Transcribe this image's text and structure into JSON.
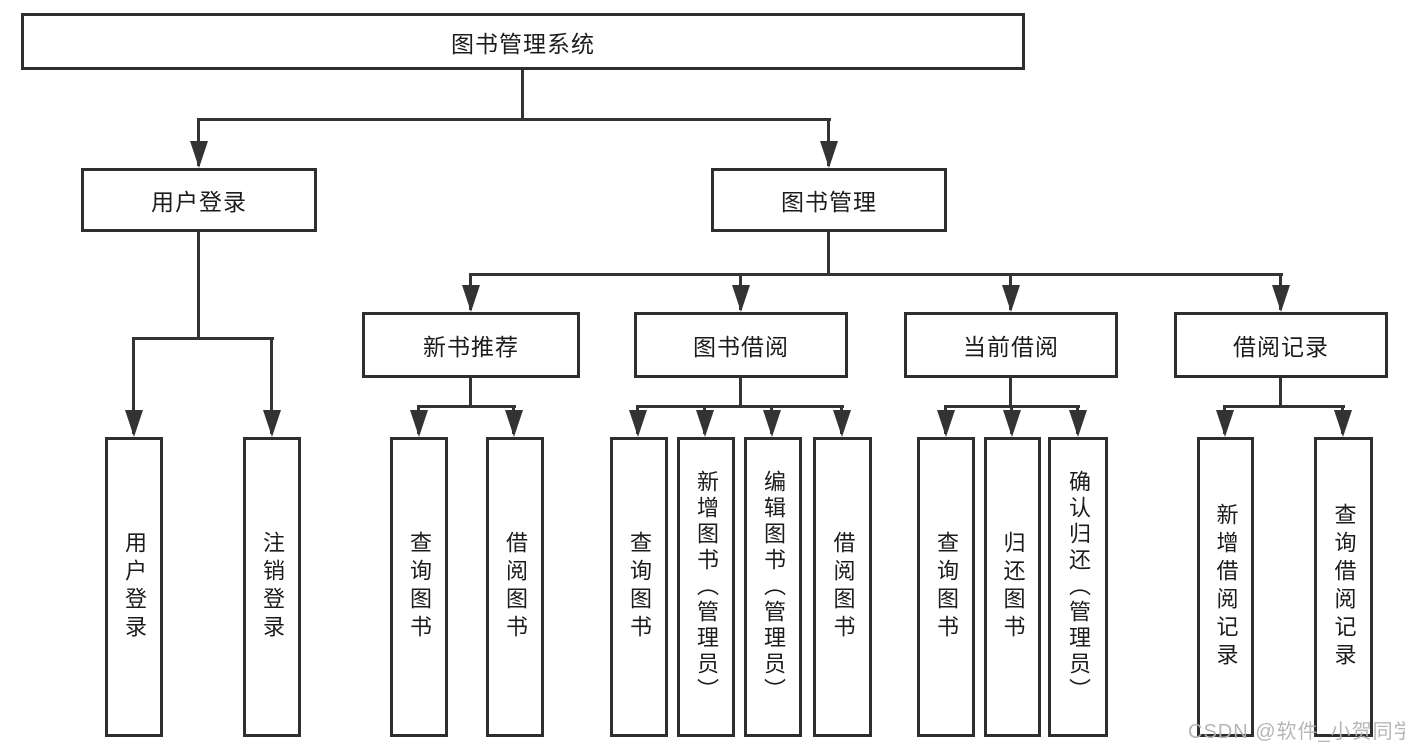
{
  "diagram": {
    "watermark": "CSDN @软件_小贺同学",
    "colors": {
      "background": "#ffffff",
      "box_border": "#2e2e2e",
      "connector_line": "#333333",
      "text": "#1c1c1c",
      "watermark_text": "#b2b2b2"
    },
    "root": {
      "label": "图书管理系统",
      "children": [
        {
          "label": "用户登录",
          "children": [
            {
              "label": "用户登录"
            },
            {
              "label": "注销登录"
            }
          ]
        },
        {
          "label": "图书管理",
          "children": [
            {
              "label": "新书推荐",
              "children": [
                {
                  "label": "查询图书"
                },
                {
                  "label": "借阅图书"
                }
              ]
            },
            {
              "label": "图书借阅",
              "children": [
                {
                  "label": "查询图书"
                },
                {
                  "label": "新增图书（管理员）"
                },
                {
                  "label": "编辑图书（管理员）"
                },
                {
                  "label": "借阅图书"
                }
              ]
            },
            {
              "label": "当前借阅",
              "children": [
                {
                  "label": "查询图书"
                },
                {
                  "label": "归还图书"
                },
                {
                  "label": "确认归还（管理员）"
                }
              ]
            },
            {
              "label": "借阅记录",
              "children": [
                {
                  "label": "新增借阅记录"
                },
                {
                  "label": "查询借阅记录"
                }
              ]
            }
          ]
        }
      ]
    }
  }
}
